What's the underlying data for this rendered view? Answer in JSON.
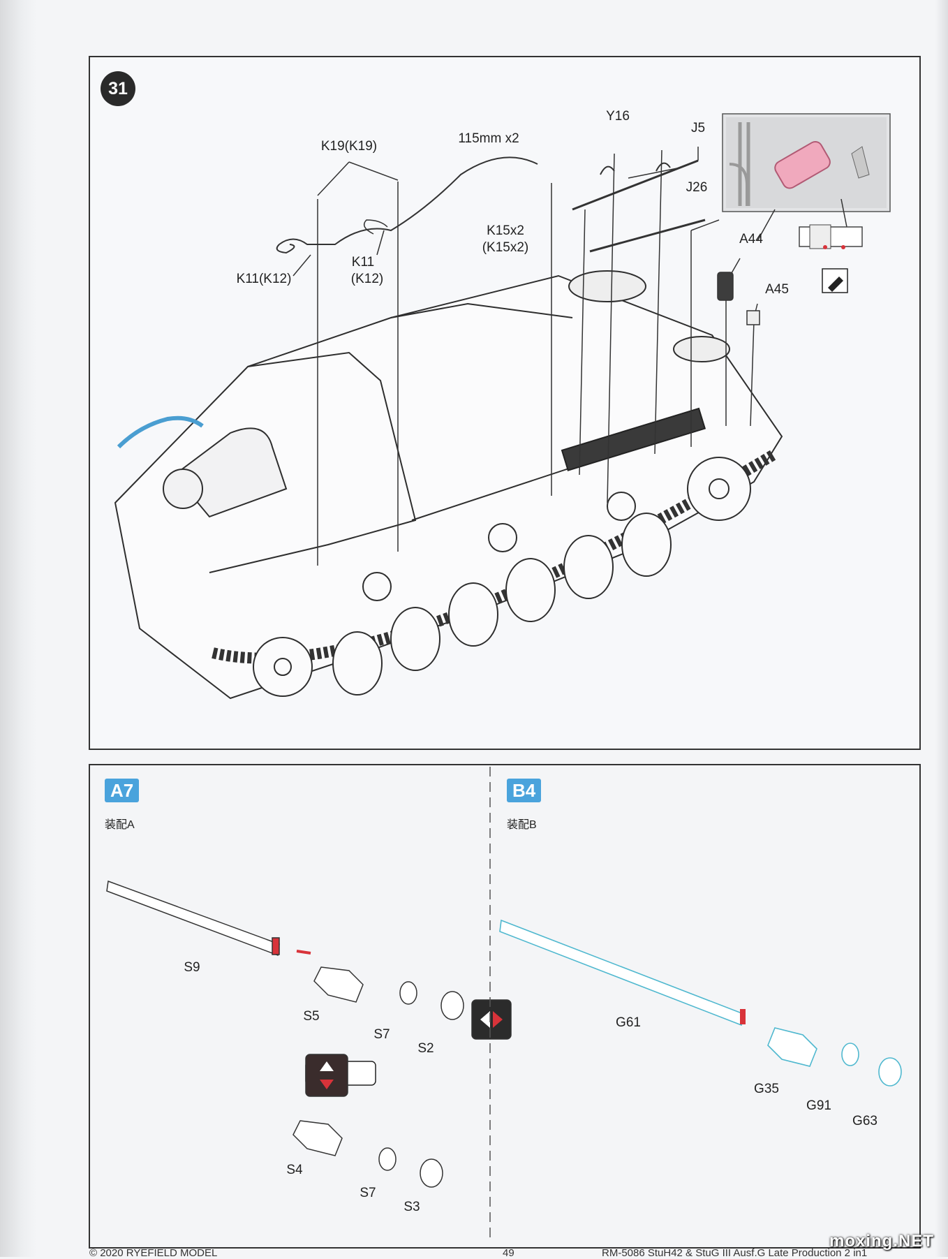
{
  "step": {
    "number": "31"
  },
  "part_labels": {
    "k19": "K19(K19)",
    "wire": "115mm x2",
    "y16": "Y16",
    "j5": "J5",
    "j26": "J26",
    "k15": "K15x2",
    "k15_alt": "(K15x2)",
    "k11_left": "K11(K12)",
    "k11_right": "K11",
    "k11_right_alt": "(K12)",
    "a44": "A44",
    "a45": "A45"
  },
  "variant_a": {
    "tag": "A7",
    "subtitle": "装配A",
    "labels": {
      "s9": "S9",
      "s5": "S5",
      "s7": "S7",
      "s2": "S2",
      "s4": "S4",
      "s7b": "S7",
      "s3": "S3"
    }
  },
  "variant_b": {
    "tag": "B4",
    "subtitle": "装配B",
    "labels": {
      "g61": "G61",
      "g35": "G35",
      "g91": "G91",
      "g63": "G63"
    }
  },
  "footer": {
    "left": "© 2020 RYEFIELD MODEL",
    "page": "49",
    "right": "RM-5086 StuH42 & StuG III Ausf.G Late Production 2 in1"
  },
  "watermark": "moxing.NET",
  "colors": {
    "accent_tag": "#4aa3dc",
    "highlight_red": "#d8333a",
    "variant_b_lines": "#4fb8cf",
    "callout_part": "#f0a9bd"
  }
}
